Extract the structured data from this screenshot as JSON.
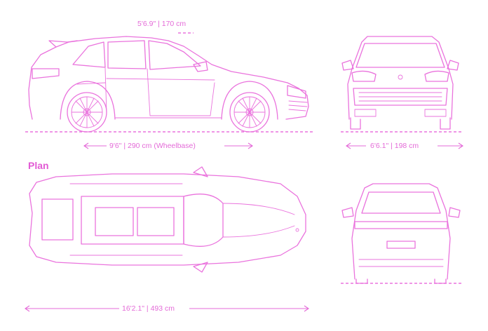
{
  "diagram": {
    "plan_title": "Plan",
    "dimensions": {
      "height": "5'6.9\" | 170 cm",
      "wheelbase": "9'6\" | 290 cm (Wheelbase)",
      "width": "6'6.1\" | 198 cm",
      "length": "16'2.1\" | 493 cm"
    },
    "colors": {
      "line": "#ea73dd",
      "label": "#e46bd8"
    }
  }
}
